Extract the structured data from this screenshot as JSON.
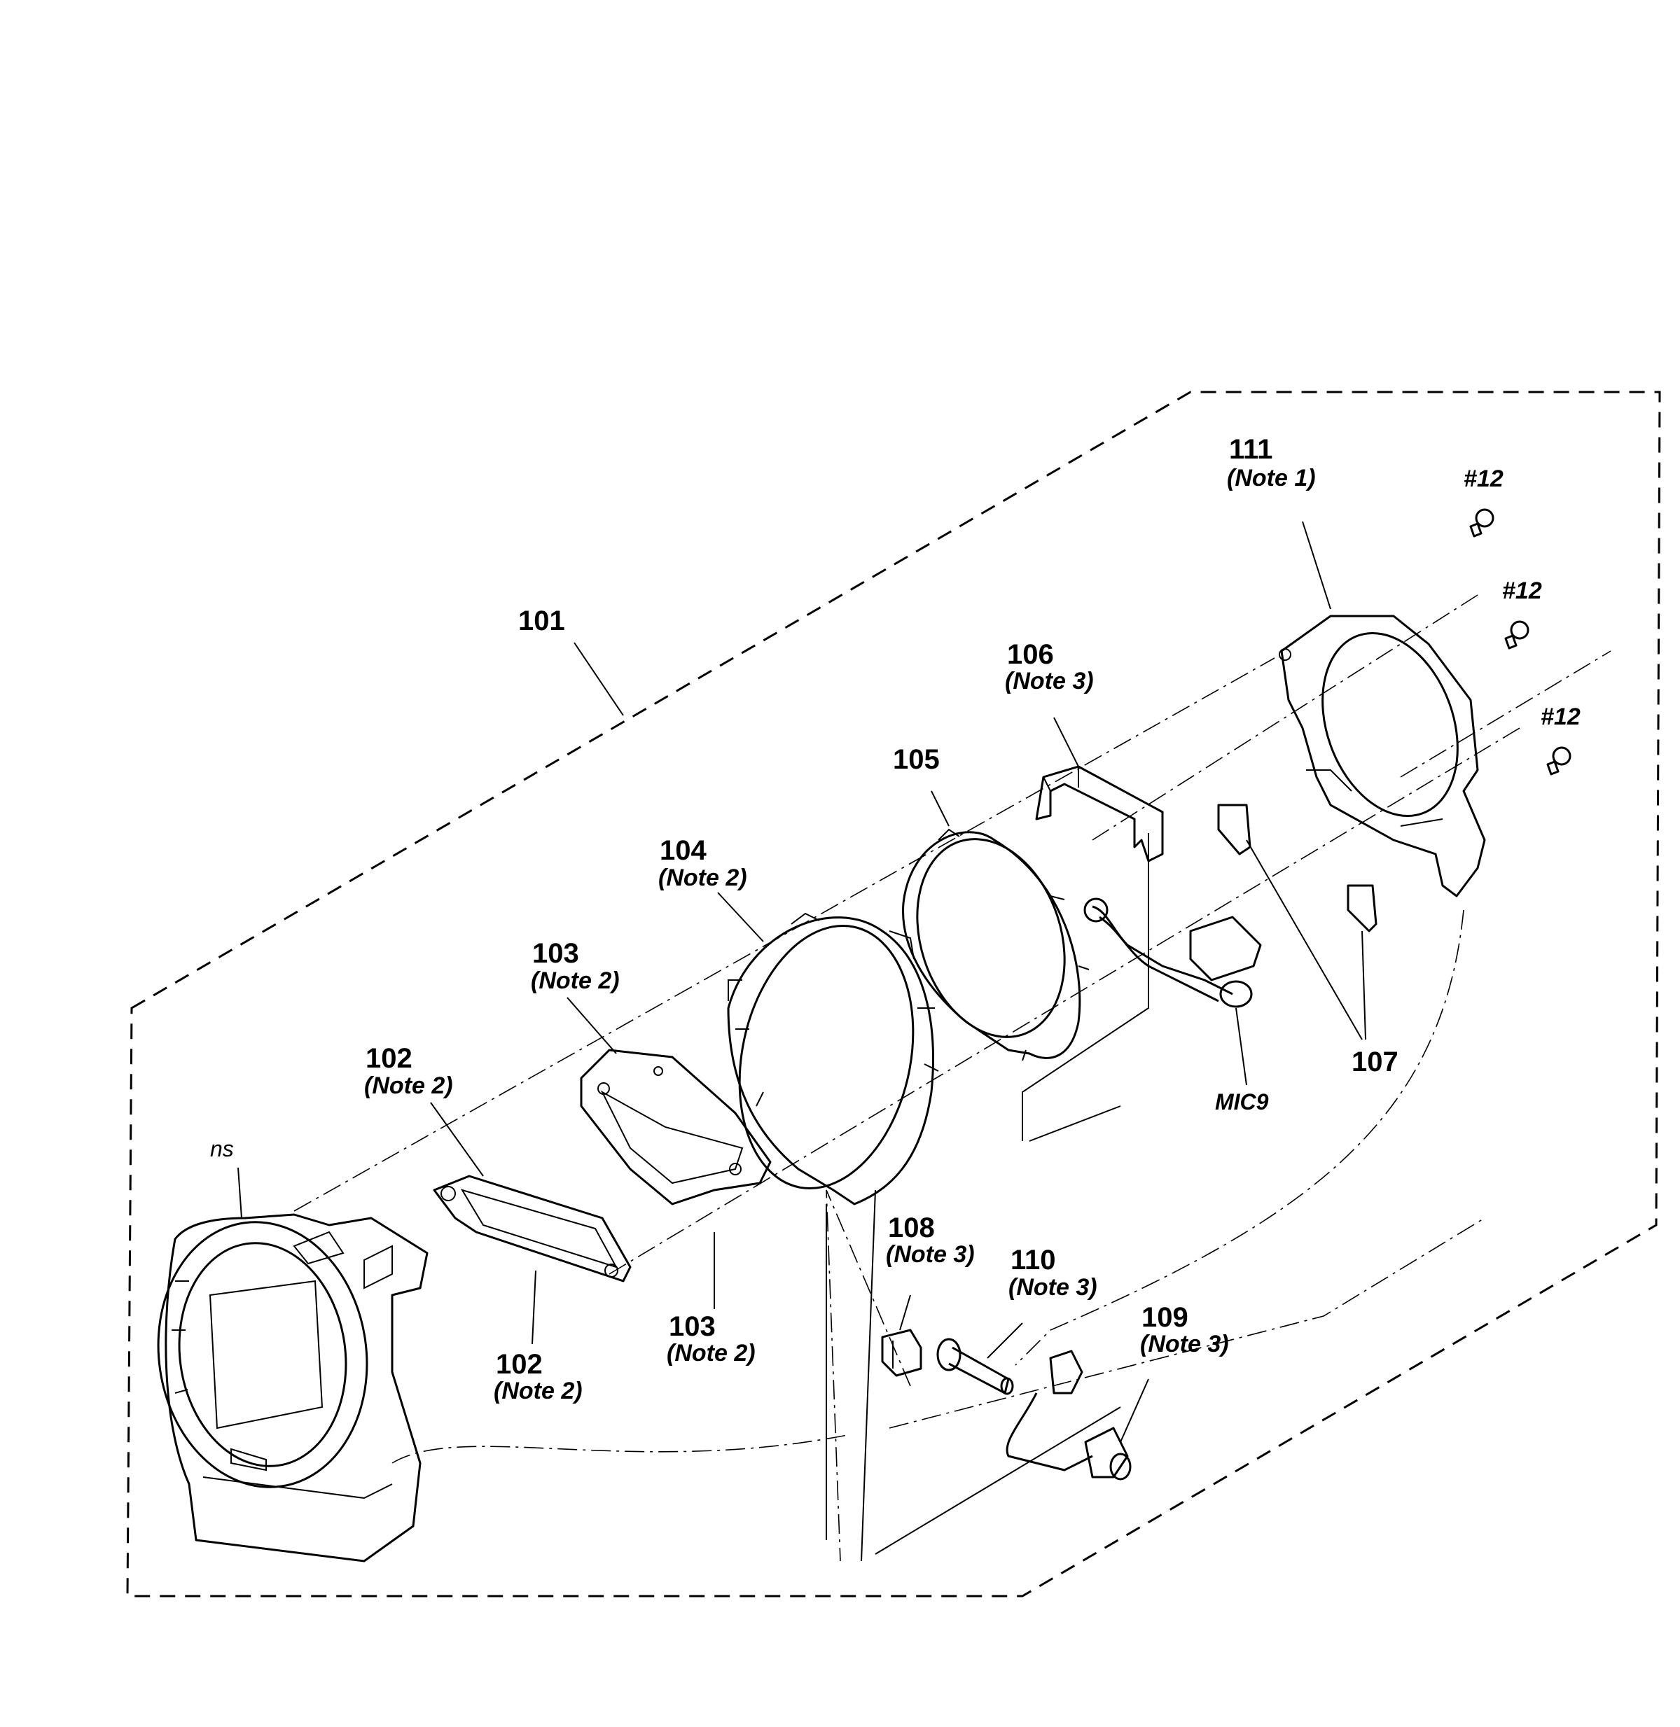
{
  "callouts": {
    "p101": {
      "num": "101"
    },
    "p102a": {
      "num": "102",
      "note": "(Note 2)"
    },
    "p102b": {
      "num": "102",
      "note": "(Note 2)"
    },
    "p103a": {
      "num": "103",
      "note": "(Note 2)"
    },
    "p103b": {
      "num": "103",
      "note": "(Note 2)"
    },
    "p104": {
      "num": "104",
      "note": "(Note 2)"
    },
    "p105": {
      "num": "105"
    },
    "p106": {
      "num": "106",
      "note": "(Note 3)"
    },
    "p107": {
      "num": "107"
    },
    "p108": {
      "num": "108",
      "note": "(Note 3)"
    },
    "p109": {
      "num": "109",
      "note": "(Note 3)"
    },
    "p110": {
      "num": "110",
      "note": "(Note 3)"
    },
    "p111": {
      "num": "111",
      "note": "(Note 1)"
    },
    "screw1": {
      "num": "#12"
    },
    "screw2": {
      "num": "#12"
    },
    "screw3": {
      "num": "#12"
    },
    "mic9": {
      "label": "MIC9"
    },
    "ns": {
      "label": "ns"
    }
  }
}
